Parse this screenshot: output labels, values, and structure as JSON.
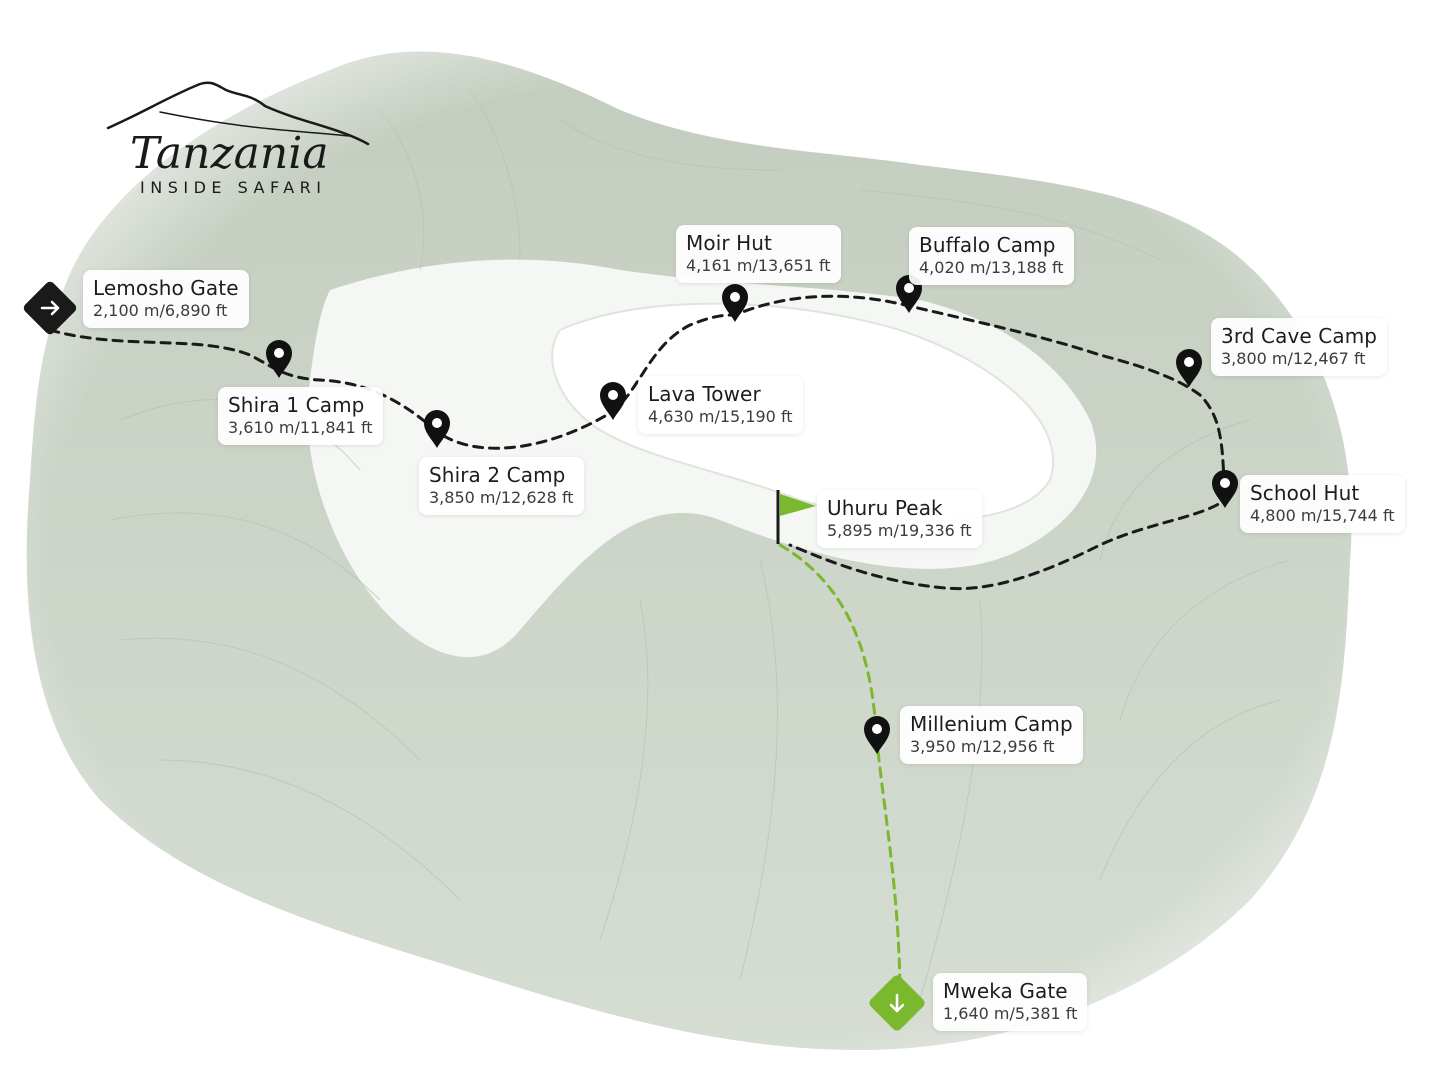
{
  "brand": {
    "logo_script": "Tanzania",
    "logo_subtitle": "INSIDE SAFARI"
  },
  "route": {
    "start": {
      "name": "Lemosho Gate",
      "elevation": "2,100 m/6,890 ft",
      "icon": "start-arrow-icon"
    },
    "camps": [
      {
        "name": "Shira 1 Camp",
        "elevation": "3,610 m/11,841 ft",
        "icon": "map-pin-icon"
      },
      {
        "name": "Shira 2 Camp",
        "elevation": "3,850 m/12,628 ft",
        "icon": "map-pin-icon"
      },
      {
        "name": "Lava Tower",
        "elevation": "4,630 m/15,190 ft",
        "icon": "map-pin-icon"
      },
      {
        "name": "Moir Hut",
        "elevation": "4,161 m/13,651 ft",
        "icon": "map-pin-icon"
      },
      {
        "name": "Buffalo Camp",
        "elevation": "4,020 m/13,188 ft",
        "icon": "map-pin-icon"
      },
      {
        "name": "3rd Cave Camp",
        "elevation": "3,800 m/12,467 ft",
        "icon": "map-pin-icon"
      },
      {
        "name": "School Hut",
        "elevation": "4,800 m/15,744 ft",
        "icon": "map-pin-icon"
      }
    ],
    "summit": {
      "name": "Uhuru Peak",
      "elevation": "5,895 m/19,336 ft",
      "icon": "summit-flag-icon"
    },
    "descent": [
      {
        "name": "Millenium Camp",
        "elevation": "3,950 m/12,956 ft",
        "icon": "map-pin-icon"
      }
    ],
    "end": {
      "name": "Mweka Gate",
      "elevation": "1,640 m/5,381 ft",
      "icon": "end-arrow-icon"
    }
  },
  "colors": {
    "ascent_path": "#1a1a1a",
    "descent_path": "#7ab82e",
    "terrain": "#c9d3c6",
    "pin": "#111111"
  }
}
